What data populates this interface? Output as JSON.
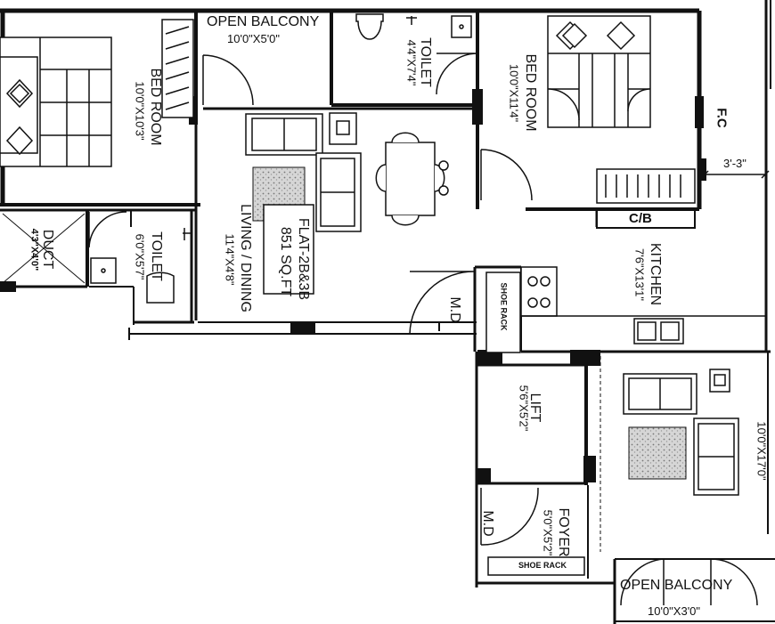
{
  "rooms": {
    "bedroom_left": {
      "name": "BED ROOM",
      "size": "10'0\"X10'3\""
    },
    "open_balcony_top": {
      "name": "OPEN BALCONY",
      "size": "10'0\"X5'0\""
    },
    "toilet_top": {
      "name": "TOILET",
      "size": "4'4\"X7'4\""
    },
    "bedroom_right": {
      "name": "BED ROOM",
      "size": "10'0\"X11'4\""
    },
    "fc": {
      "name": "F.C"
    },
    "dim_right": {
      "text": "3'-3\""
    },
    "duct": {
      "name": "DUCT",
      "size": "4'3\"X4'0\""
    },
    "toilet_left": {
      "name": "TOILET",
      "size": "6'0\"X5'7\""
    },
    "living_dining": {
      "name": "LIVING / DINING",
      "size": "11'4\"X4'8\""
    },
    "flat_info": {
      "name": "FLAT-2B&3B",
      "area": "851 SQ.FT"
    },
    "cb": {
      "name": "C/B"
    },
    "kitchen": {
      "name": "KITCHEN",
      "size": "7'6\"X13'1\""
    },
    "md_top": {
      "name": "M.D"
    },
    "shoe_rack_top": {
      "name": "SHOE RACK"
    },
    "lift": {
      "name": "LIFT",
      "size": "5'6\"X5'2\""
    },
    "living_right": {
      "size": "10'0\"X17'0\""
    },
    "md_bottom": {
      "name": "M.D"
    },
    "foyer": {
      "name": "FOYER",
      "size": "5'0\"X5'2\""
    },
    "shoe_rack_bottom": {
      "name": "SHOE RACK"
    },
    "open_balcony_bottom": {
      "name": "OPEN BALCONY",
      "size": "10'0\"X3'0\""
    }
  }
}
